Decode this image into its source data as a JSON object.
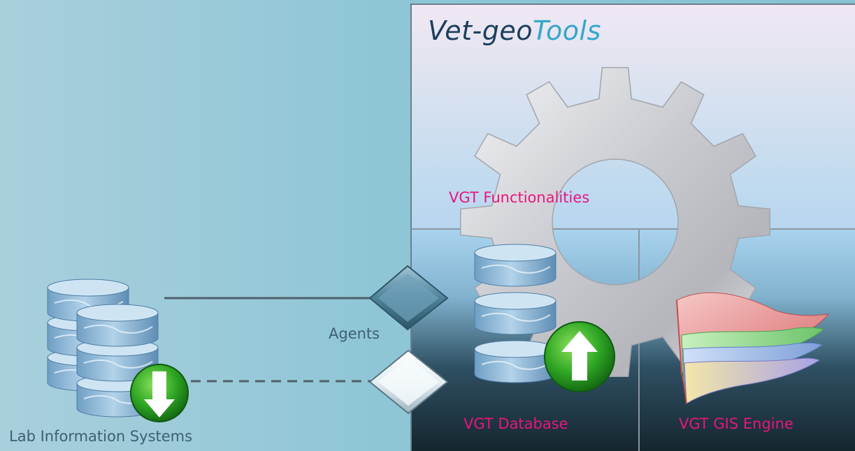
{
  "title": {
    "part1": "Vet-geo",
    "part2": "Tools"
  },
  "labels": {
    "functionalities": "VGT Functionalities",
    "database": "VGT Database",
    "gis_engine": "VGT GIS Engine",
    "agents": "Agents",
    "lab_systems": "Lab Information Systems"
  },
  "colors": {
    "accent_pink": "#e8157e",
    "title_dark": "#1b3f5c",
    "title_light": "#33a7c9",
    "label_gray": "#3f5f72"
  },
  "icons": [
    "gear-icon",
    "database-icon",
    "upload-icon",
    "download-icon",
    "map-layers-icon",
    "agent-diamond-icon"
  ]
}
